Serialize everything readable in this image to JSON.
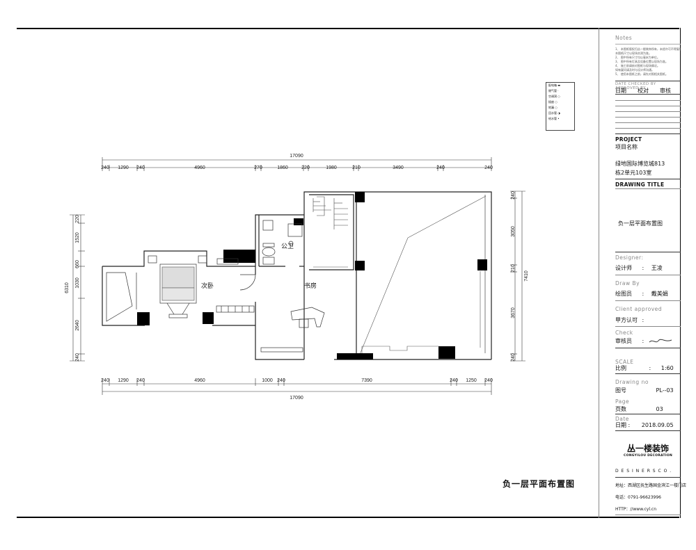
{
  "plan": {
    "title": "负一层平面布置图",
    "rooms": {
      "bedroom": "次卧",
      "study": "书房",
      "bathroom": "公卫"
    },
    "top_total": "17090",
    "bottom_total": "17090",
    "top_dims": [
      "240",
      "1290",
      "240",
      "4960",
      "270",
      "1860",
      "220",
      "1980",
      "210",
      "3490",
      "240",
      "240"
    ],
    "bottom_dims": [
      "240",
      "1290",
      "240",
      "4960",
      "1000",
      "240",
      "7390",
      "240",
      "1250",
      "240"
    ],
    "left_total": "6310",
    "left_dims": [
      "220",
      "1520",
      "660",
      "1030",
      "2640",
      "240"
    ],
    "right_total": "7410",
    "right_dims": [
      "240",
      "3050",
      "210",
      "3670",
      "240"
    ]
  },
  "legend": [
    "配电箱",
    "燃气管",
    "空调洞",
    "插座",
    "地漏",
    "回水管",
    "给水管"
  ],
  "title_block": {
    "notes_label": "Notes",
    "notes": [
      "1、 本图纸版权归丛一楼装饰所有，未经许可不得复制使用。",
      "    本图纸尺寸以现场实测为准。",
      "2、 图中所有尺寸均以毫米为单位。",
      "3、 图中所有灯具及设备位置以现场为准。",
      "4、 施工前请核对图纸与现场情况。",
      "    如有疑问请及时与设计师沟通。",
      "5、 使用本图纸之前，请先对照相关图纸。"
    ],
    "date_header_en": "DATE   CHECKED BY   APPROVED BY",
    "date_header_cn": [
      "日期",
      "校对",
      "审核"
    ],
    "project_label": "PROJECT",
    "project_cn": "项目名称",
    "project_name_1": "绿地国际博览城813",
    "project_name_2": "栋2单元103室",
    "drawing_title_label": "DRAWING TITLE",
    "drawing_title": "负一层平面布置图",
    "designer_en": "Designer:",
    "designer_cn": "设计师",
    "designer_sep": ":",
    "designer_name": "王凌",
    "drawby_en": "Draw By",
    "drawby_cn": "绘图员",
    "drawby_sep": ":",
    "drawby_name": "戴美娟",
    "client_en": "Client approved",
    "client_cn": "甲方认可",
    "client_sep": ":",
    "check_en": "Check",
    "check_cn": "审核员",
    "check_sep": ":",
    "scale_en": "SCALE",
    "scale_cn": "比例",
    "scale_sep": ":",
    "scale_value": "1:60",
    "drawno_en": "Drawing  no",
    "drawno_cn": "图号",
    "drawno_value": "PL--03",
    "page_en": "Page",
    "page_cn": "页数",
    "page_value": "03",
    "date_en": "Date",
    "date_cn": "日期",
    "date_sep": ":",
    "date_value": "2018.09.05",
    "company_cn": "丛一楼装饰",
    "company_en": "CONGYILOU DECORATION",
    "designers_co": "D E S I N E R S   C O .",
    "address": "地址：西湖区抚生路国金滨江一楼门店",
    "phone": "电话：0791-96623996",
    "http": "HTTP：//www.cyl.cn"
  }
}
